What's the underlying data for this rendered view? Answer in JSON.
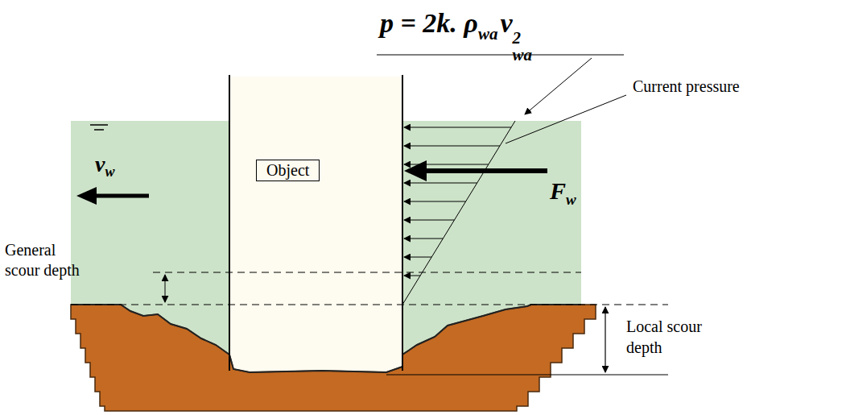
{
  "diagram": {
    "nodes": [
      {
        "text": [
          "Object"
        ]
      }
    ],
    "labels": [
      "p = 2k. ρ",
      "wa",
      "v",
      "2",
      "wa",
      "Current pressure",
      "v",
      "w",
      "F",
      "w",
      "General scour depth",
      "Local scour depth"
    ]
  }
}
